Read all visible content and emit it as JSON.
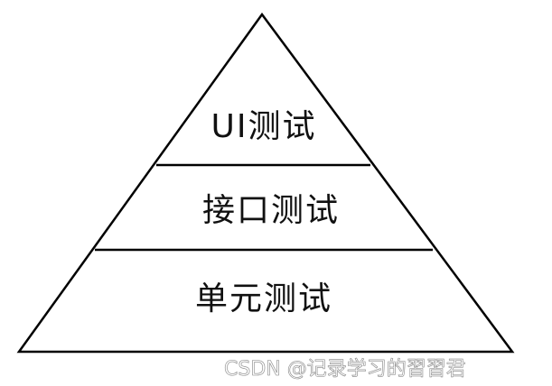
{
  "pyramid": {
    "tiers": [
      {
        "label": "UI测试"
      },
      {
        "label": "接口测试"
      },
      {
        "label": "单元测试"
      }
    ]
  },
  "watermark": {
    "text": "CSDN @记录学习的習習君"
  }
}
